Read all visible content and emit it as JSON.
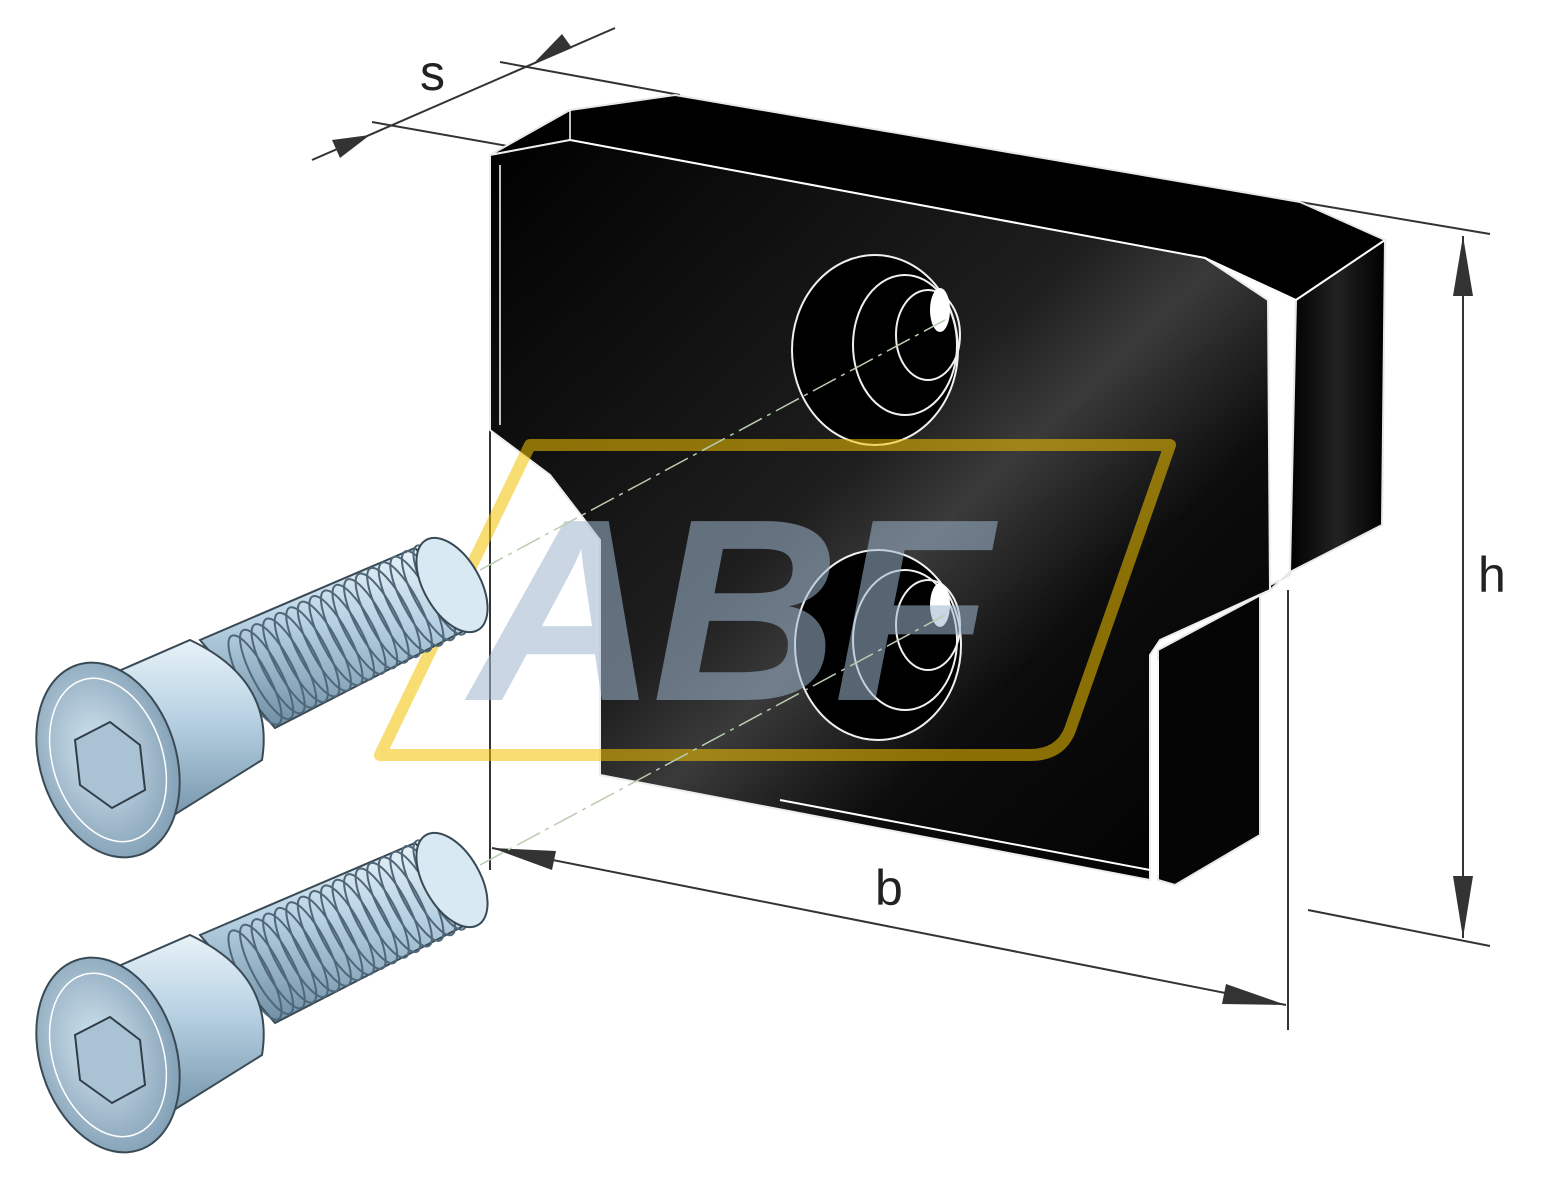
{
  "dimensions": {
    "s_label": "s",
    "b_label": "b",
    "h_label": "h"
  },
  "watermark": {
    "text": "ABF",
    "frame_color": "#f2c200",
    "letter_color": "#9fb6cf"
  },
  "colors": {
    "part_fill": "#0a0a0a",
    "part_edge": "#f2f2f2",
    "screw_fill": "#b9d3e4",
    "screw_shadow": "#6f8fa6",
    "dim_line": "#333333",
    "center_line": "#b8cdb0"
  },
  "parts": {
    "plate_name": "black-end-plate",
    "screw_count": 2
  }
}
